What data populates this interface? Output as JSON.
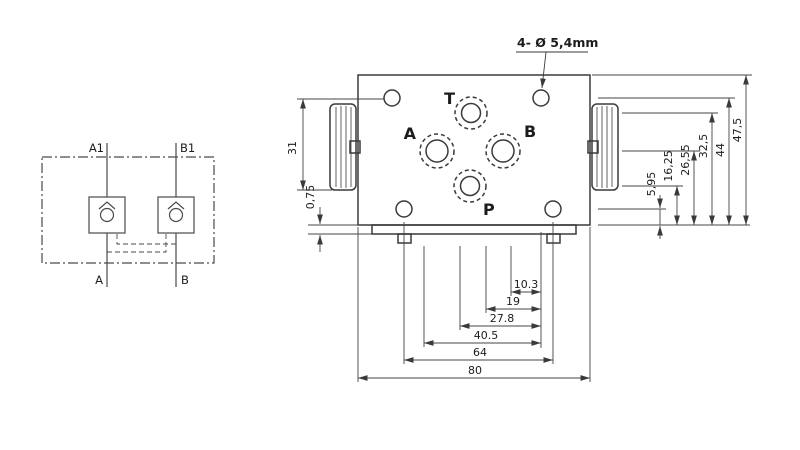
{
  "schematic": {
    "ports_top": [
      "A1",
      "B1"
    ],
    "ports_bottom": [
      "A",
      "B"
    ]
  },
  "drawing": {
    "hole_callout": "4- Ø 5,4mm",
    "port_labels": {
      "t": "T",
      "a": "A",
      "b": "B",
      "p": "P"
    },
    "dims_left": [
      "31",
      "0,75"
    ],
    "dims_right": [
      "5,95",
      "16,25",
      "26,55",
      "32,5",
      "44",
      "47,5"
    ],
    "dims_bottom": [
      "10.3",
      "19",
      "27.8",
      "40.5",
      "64",
      "80"
    ]
  },
  "colors": {
    "line": "#3a3a3a",
    "background": "#ffffff"
  }
}
